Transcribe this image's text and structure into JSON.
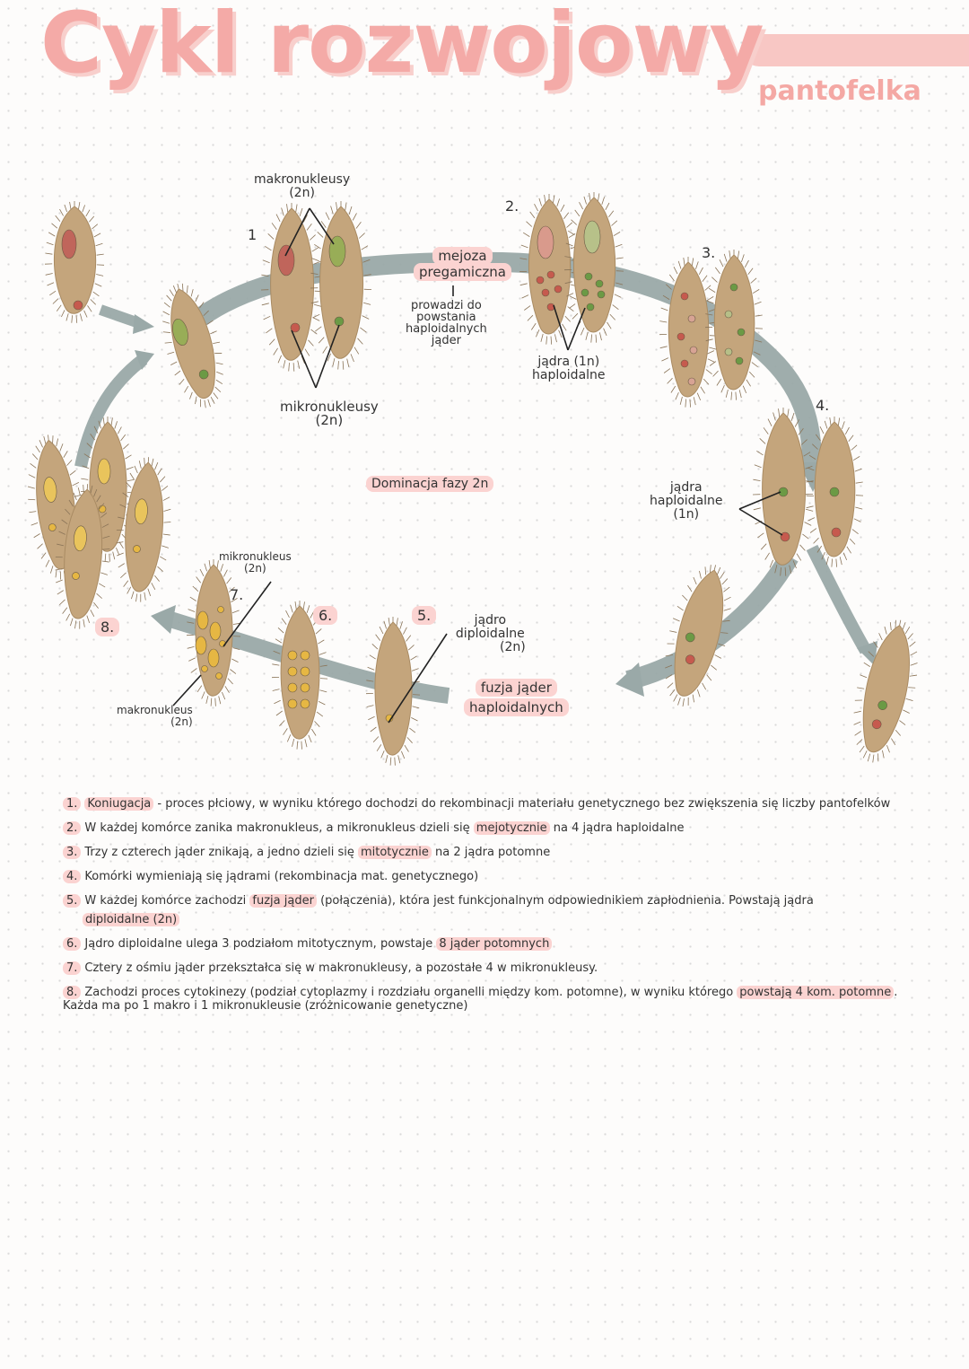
{
  "title": "Cykl rozwojowy",
  "subtitle": "pantofelka",
  "colors": {
    "title_pink": "#f4aaa7",
    "highlight_pink": "#fbd3d1",
    "cell_body": "#c4a57c",
    "arrow_gray": "#9aa9a8",
    "macronucleus_red": "#c0655b",
    "macronucleus_green": "#98ad57",
    "nucleus_red": "#c65a4e",
    "nucleus_green": "#6b9a45",
    "daughter_yellow": "#e6b743"
  },
  "diagram": {
    "step_numbers": [
      "1",
      "2.",
      "3.",
      "4.",
      "5.",
      "6.",
      "7.",
      "8."
    ],
    "makronukleusy": [
      "makronukleusy",
      "(2n)"
    ],
    "mikronukleusy": [
      "mikronukleusy",
      "(2n)"
    ],
    "mejoza": [
      "mejoza",
      "pregamiczna"
    ],
    "prowadzi": [
      "prowadzi do",
      "powstania",
      "haploidalnych",
      "jąder"
    ],
    "jadra_1n": [
      "jądra (1n)",
      "haploidalne"
    ],
    "dominacja": "Dominacja fazy 2n",
    "jadra_haploidalne": [
      "jądra",
      "haploidalne",
      "(1n)"
    ],
    "fuzja": [
      "fuzja jąder",
      "haploidalnych"
    ],
    "jadro_diploidalne": [
      "jądro",
      "diploidalne",
      "(2n)"
    ],
    "mikronukleus_7": [
      "mikronukleus",
      "(2n)"
    ],
    "makronukleus_7": [
      "makronukleus",
      "(2n)"
    ]
  },
  "notes": [
    {
      "num": "1.",
      "hl": "Koniugacja",
      "text": " - proces płciowy, w wyniku którego dochodzi do rekombinacji materiału genetycznego bez zwiększenia się liczby pantofelków"
    },
    {
      "num": "2.",
      "pre": "W każdej komórce zanika makronukleus, a mikronukleus dzieli się ",
      "hl": "mejotycznie",
      "post": " na 4 jądra haploidalne"
    },
    {
      "num": "3.",
      "pre": "Trzy z czterech jąder znikają, a jedno dzieli się ",
      "hl": "mitotycznie",
      "post": " na 2 jądra potomne"
    },
    {
      "num": "4.",
      "pre": "Komórki wymieniają się jądrami (rekombinacja mat. genetycznego)"
    },
    {
      "num": "5.",
      "pre": "W każdej komórce zachodzi ",
      "hl": "fuzja jąder",
      "post": " (połączenia), która jest funkcjonalnym odpowiednikiem zapłodnienia. Powstają jądra",
      "hl2": "diploidalne (2n)"
    },
    {
      "num": "6.",
      "pre": "Jądro diploidalne ulega 3 podziałom mitotycznym, powstaje ",
      "hl": "8 jąder potomnych"
    },
    {
      "num": "7.",
      "pre": "Cztery z ośmiu jąder przekształca się w makronukleusy, a pozostałe 4 w mikronukleusy."
    },
    {
      "num": "8.",
      "pre": "Zachodzi proces cytokinezy (podział cytoplazmy i rozdziału organelli między kom. potomne), w wyniku którego ",
      "hl": "powstają 4 kom. potomne",
      "post": ". Każda ma po 1 makro i 1 mikronukleusie (zróżnicowanie genetyczne)"
    }
  ]
}
